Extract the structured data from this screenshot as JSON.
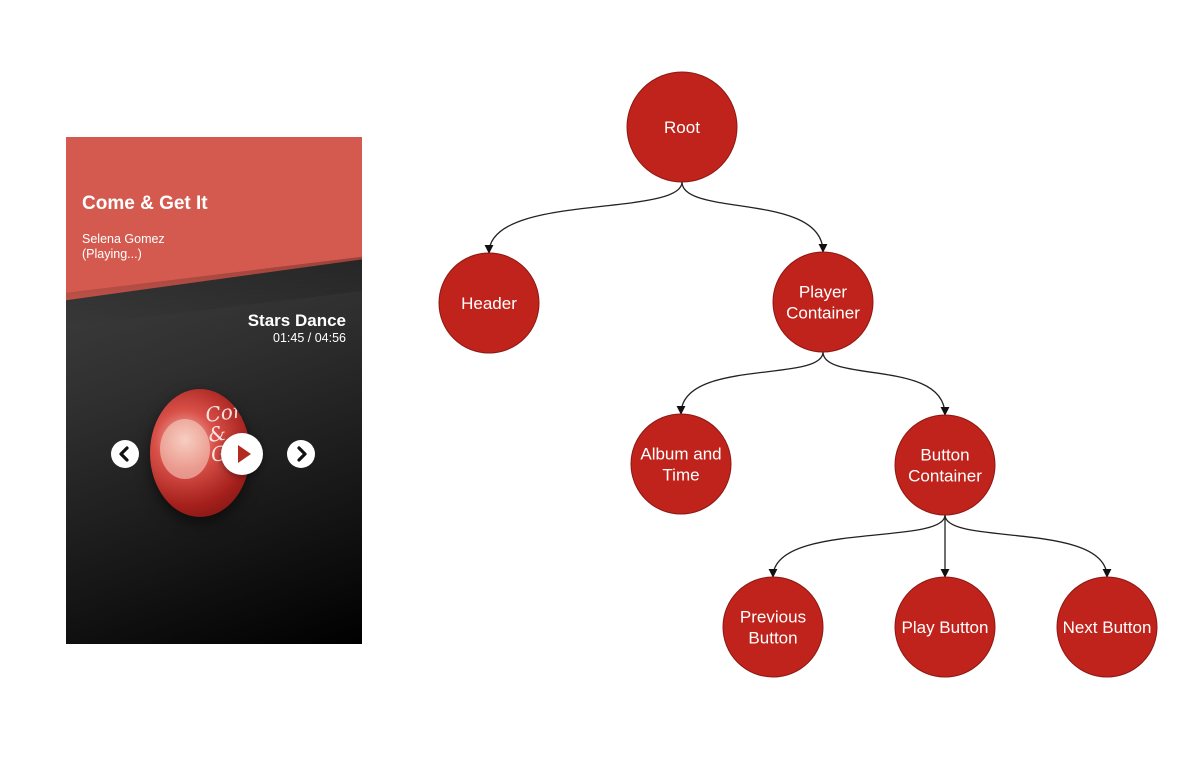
{
  "player": {
    "song_title": "Come & Get It",
    "artist": "Selena Gomez",
    "status": "(Playing...)",
    "album": "Stars Dance",
    "time": "01:45 / 04:56",
    "album_art_text": "Come & Get it",
    "colors": {
      "header": "#d45a50",
      "background_dark": "#000000"
    },
    "icons": {
      "prev": "chevron-left-icon",
      "play": "play-icon",
      "next": "chevron-right-icon"
    }
  },
  "tree": {
    "node_color": "#c0231b",
    "nodes": [
      {
        "id": "root",
        "lines": [
          "Root"
        ]
      },
      {
        "id": "header",
        "lines": [
          "Header"
        ]
      },
      {
        "id": "player-container",
        "lines": [
          "Player",
          "Container"
        ]
      },
      {
        "id": "album-and-time",
        "lines": [
          "Album and",
          "Time"
        ]
      },
      {
        "id": "button-container",
        "lines": [
          "Button",
          "Container"
        ]
      },
      {
        "id": "previous-button",
        "lines": [
          "Previous",
          "Button"
        ]
      },
      {
        "id": "play-button",
        "lines": [
          "Play Button"
        ]
      },
      {
        "id": "next-button",
        "lines": [
          "Next Button"
        ]
      }
    ],
    "edges": [
      [
        "root",
        "header"
      ],
      [
        "root",
        "player-container"
      ],
      [
        "player-container",
        "album-and-time"
      ],
      [
        "player-container",
        "button-container"
      ],
      [
        "button-container",
        "previous-button"
      ],
      [
        "button-container",
        "play-button"
      ],
      [
        "button-container",
        "next-button"
      ]
    ]
  }
}
